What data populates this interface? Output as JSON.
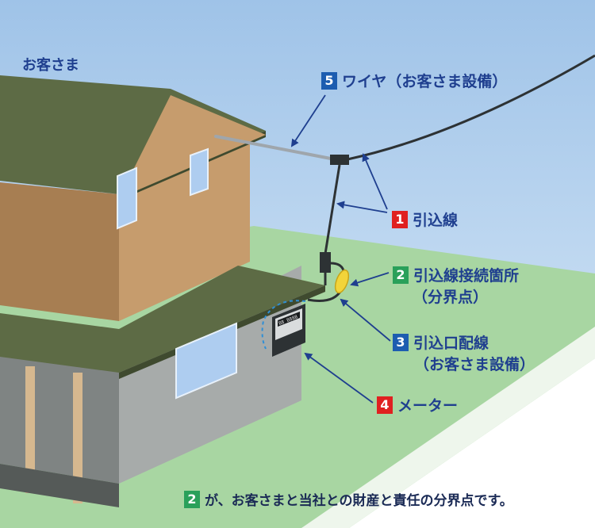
{
  "customer_label": "お客さま",
  "colors": {
    "sky_top": "#9fc3e8",
    "sky_bottom": "#dfedf9",
    "ground": "#a8d6a2",
    "road": "#ffffff",
    "roof": "#5d6b45",
    "wall_upper": "#c69c6d",
    "wall_lower": "#a7abaa",
    "label_text": "#1f3f8f",
    "badge_red": "#e02020",
    "badge_green": "#2aa05a",
    "badge_blue": "#1d5db0"
  },
  "labels": [
    {
      "num": "5",
      "badge_color": "#1d5db0",
      "text": "ワイヤ（お客さま設備）",
      "sub": ""
    },
    {
      "num": "1",
      "badge_color": "#e02020",
      "text": "引込線",
      "sub": ""
    },
    {
      "num": "2",
      "badge_color": "#2aa05a",
      "text": "引込線接続箇所",
      "sub": "（分界点）"
    },
    {
      "num": "3",
      "badge_color": "#1d5db0",
      "text": "引込口配線",
      "sub": "（お客さま設備）"
    },
    {
      "num": "4",
      "badge_color": "#e02020",
      "text": "メーター",
      "sub": ""
    }
  ],
  "meter_display": "88 8888",
  "footer": {
    "num": "2",
    "badge_color": "#2aa05a",
    "text": "が、お客さまと当社との財産と責任の分界点です。"
  }
}
